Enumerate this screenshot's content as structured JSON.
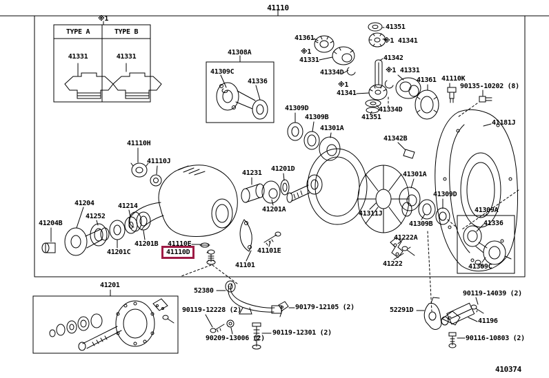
{
  "header": {
    "assembly_number": "41110"
  },
  "footer": {
    "figure_number": "410374"
  },
  "note": {
    "symbol": "※1"
  },
  "colors": {
    "highlight_box": "#9e1b45",
    "line": "#000000",
    "background": "#ffffff"
  },
  "type_table": {
    "col_a_header": "TYPE A",
    "col_b_header": "TYPE B",
    "col_a_part": "41331",
    "col_b_part": "41331"
  },
  "parts": [
    {
      "text": "41308A"
    },
    {
      "text": "41309C"
    },
    {
      "text": "41336"
    },
    {
      "text": "41361"
    },
    {
      "text": "41351"
    },
    {
      "text": "※1 41341"
    },
    {
      "text": "※1"
    },
    {
      "text": "41331"
    },
    {
      "text": "41342"
    },
    {
      "text": "41334D"
    },
    {
      "text": "※1 41331"
    },
    {
      "text": "※1"
    },
    {
      "text": "41341"
    },
    {
      "text": "41334D"
    },
    {
      "text": "41351"
    },
    {
      "text": "41361"
    },
    {
      "text": "41110K"
    },
    {
      "text": "90135-10202 (8)"
    },
    {
      "text": "41181J"
    },
    {
      "text": "41309D"
    },
    {
      "text": "41309B"
    },
    {
      "text": "41301A"
    },
    {
      "text": "41342B"
    },
    {
      "text": "41301A"
    },
    {
      "text": "41309D"
    },
    {
      "text": "41309B"
    },
    {
      "text": "41311J"
    },
    {
      "text": "41222A"
    },
    {
      "text": "41222"
    },
    {
      "text": "41309A"
    },
    {
      "text": "41336"
    },
    {
      "text": "41309C"
    },
    {
      "text": "41110H"
    },
    {
      "text": "41110J"
    },
    {
      "text": "41204"
    },
    {
      "text": "41252"
    },
    {
      "text": "41214"
    },
    {
      "text": "41204B"
    },
    {
      "text": "41201B"
    },
    {
      "text": "41201C"
    },
    {
      "text": "41110E"
    },
    {
      "text": "41110D",
      "highlighted": true
    },
    {
      "text": "41101"
    },
    {
      "text": "41101E"
    },
    {
      "text": "41231"
    },
    {
      "text": "41201D"
    },
    {
      "text": "41201A"
    },
    {
      "text": "41201"
    },
    {
      "text": "52380"
    },
    {
      "text": "90119-12228 (2)"
    },
    {
      "text": "90179-12105 (2)"
    },
    {
      "text": "90209-13006 (2)"
    },
    {
      "text": "90119-12301 (2)"
    },
    {
      "text": "52291D"
    },
    {
      "text": "90119-14039 (2)"
    },
    {
      "text": "41196"
    },
    {
      "text": "90116-10803 (2)"
    }
  ]
}
